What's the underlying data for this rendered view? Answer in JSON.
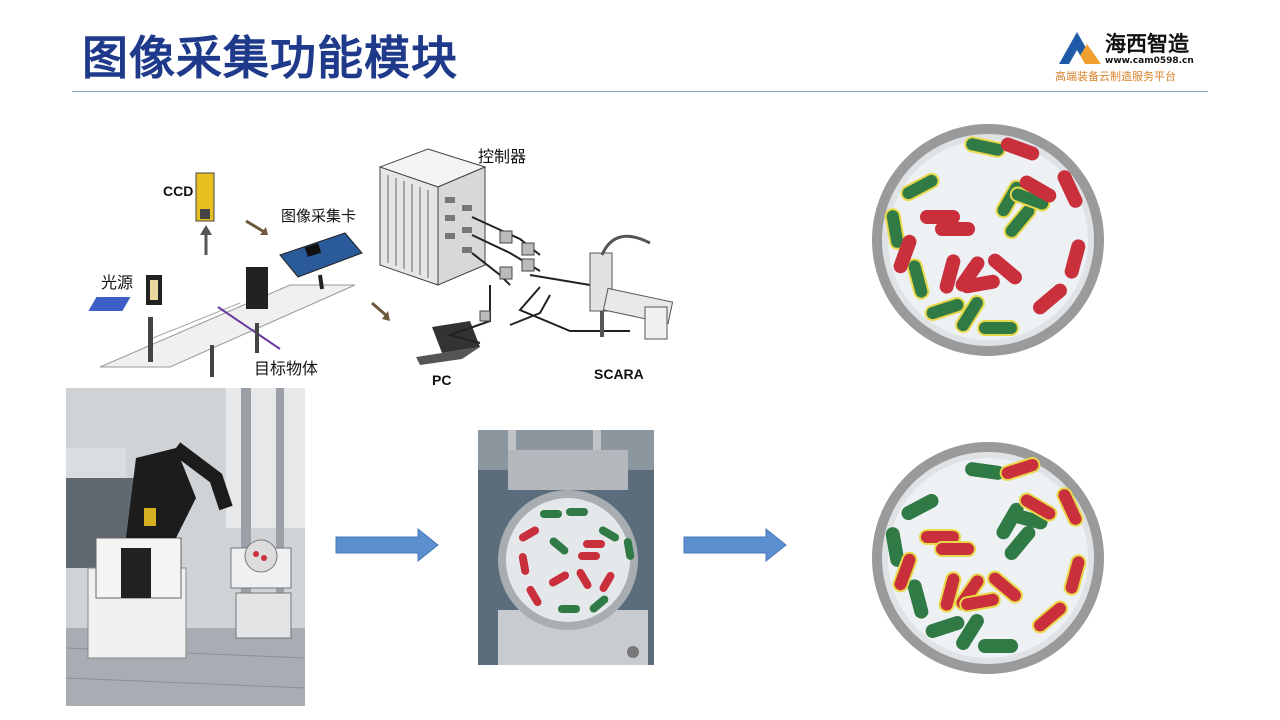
{
  "slide": {
    "title": "图像采集功能模块"
  },
  "logo": {
    "name": "海西智造",
    "url": "www.cam0598.cn",
    "tagline": "高端装备云制造服务平台"
  },
  "diagram": {
    "ccd": "CCD",
    "light_source": "光源",
    "capture_card": "图像采集卡",
    "controller": "控制器",
    "target_object": "目标物体",
    "pc": "PC",
    "scara": "SCARA"
  },
  "colors": {
    "title": "#1f3a8a",
    "arrow": "#5b8fd0",
    "red_capsule": "#c9303c",
    "green_capsule": "#2f7a45",
    "detect_outline": "#e8d84a"
  }
}
